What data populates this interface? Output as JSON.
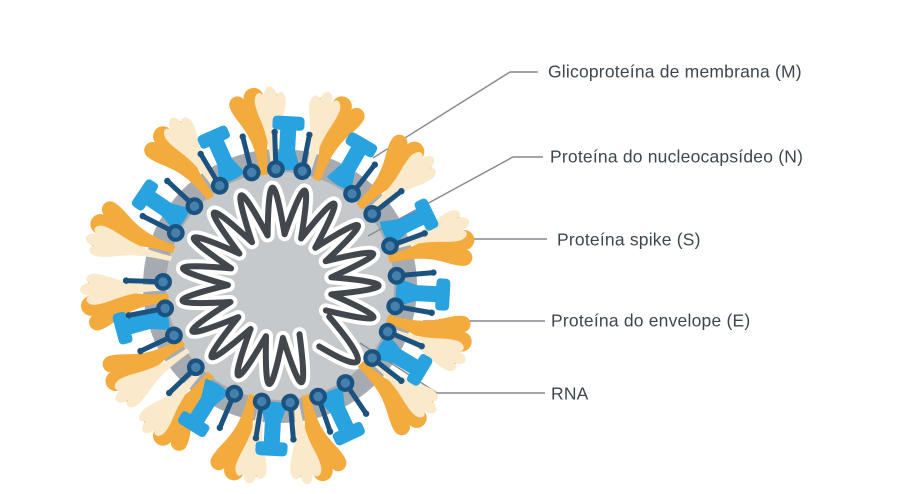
{
  "diagram": {
    "labels": {
      "m": "Glicoproteína de membrana (M)",
      "n": "Proteína do nucleocapsídeo (N)",
      "s": "Proteína spike (S)",
      "e": "Proteína do envelope (E)",
      "rna": "RNA"
    },
    "colors": {
      "background": "#ffffff",
      "ring_gray": "#a6aab1",
      "inner_gray": "#c6c9cc",
      "coil_dark": "#42464d",
      "coil_outline": "#ffffff",
      "spike_gold": "#f4ab3e",
      "spike_cream": "#faeacb",
      "membrane_blue": "#29a3e0",
      "pin_navy": "#1b527f",
      "pin_head_fill": "#4580ad",
      "leader_line": "#85898f",
      "label_text": "#3e4750"
    }
  }
}
